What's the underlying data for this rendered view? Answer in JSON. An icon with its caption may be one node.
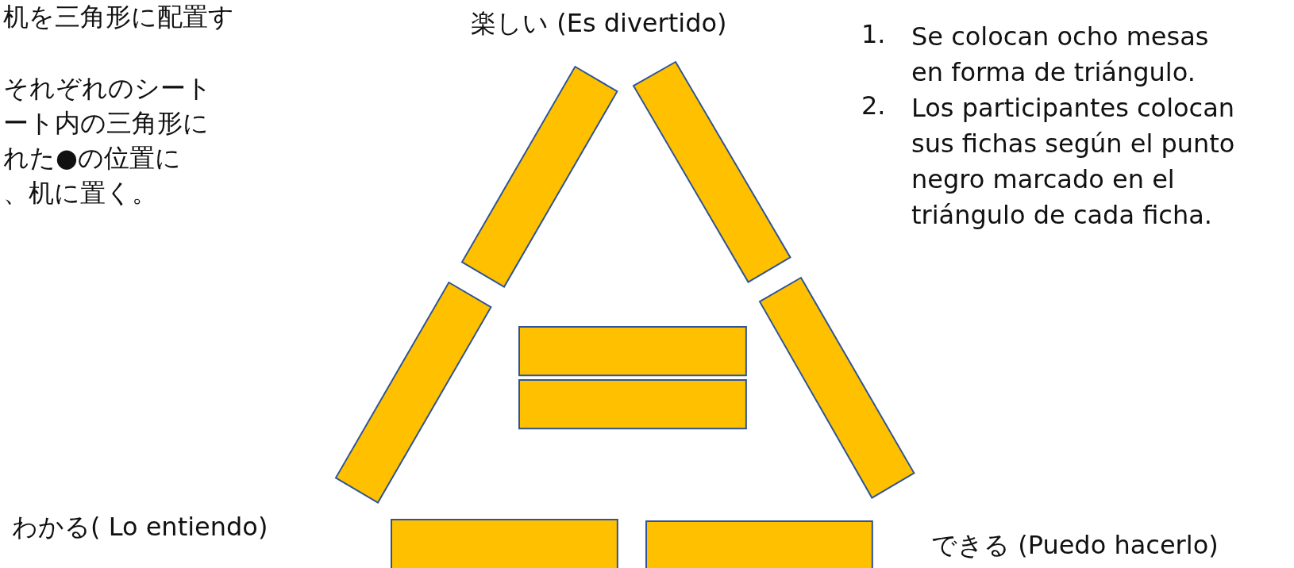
{
  "diagram": {
    "nodes": [
      {
        "text": [],
        "shape": "box"
      },
      {
        "text": [],
        "shape": "box"
      },
      {
        "text": [],
        "shape": "box"
      },
      {
        "text": [],
        "shape": "box"
      },
      {
        "text": [],
        "shape": "box"
      },
      {
        "text": [],
        "shape": "box"
      },
      {
        "text": [],
        "shape": "box"
      },
      {
        "text": [],
        "shape": "box"
      }
    ],
    "labels": [
      "机を三角形に配置す",
      "それぞれのシート",
      "ート内の三角形に",
      "れた●の位置に",
      "、机に置く。",
      "楽しい (Es divertido)",
      "1.",
      "Se colocan ocho mesas en forma de triángulo.",
      "2.",
      "Los participantes colocan sus fichas según el punto negro marcado en el triángulo de cada ficha.",
      "わかる( Lo entiendo)",
      "できる (Puedo hacerlo)"
    ]
  }
}
